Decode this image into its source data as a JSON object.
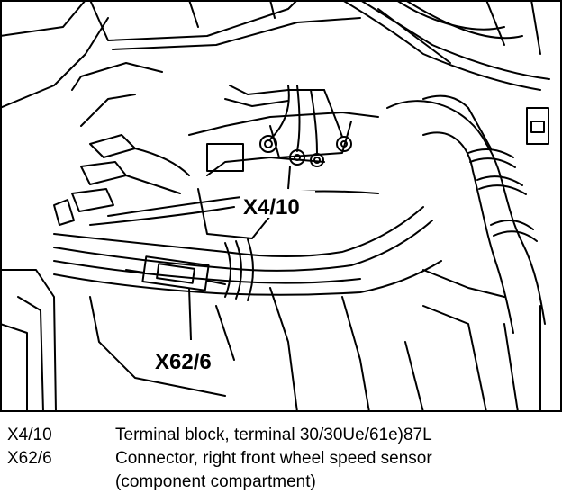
{
  "figure": {
    "callouts": [
      {
        "id": "x4_10",
        "label": "X4/10"
      },
      {
        "id": "x62_6",
        "label": "X62/6"
      }
    ]
  },
  "legend": [
    {
      "code": "X4/10",
      "lines": [
        "Terminal block, terminal 30/30Ue/61e)87L"
      ]
    },
    {
      "code": "X62/6",
      "lines": [
        "Connector, right front wheel speed sensor",
        "(component compartment)"
      ]
    }
  ]
}
